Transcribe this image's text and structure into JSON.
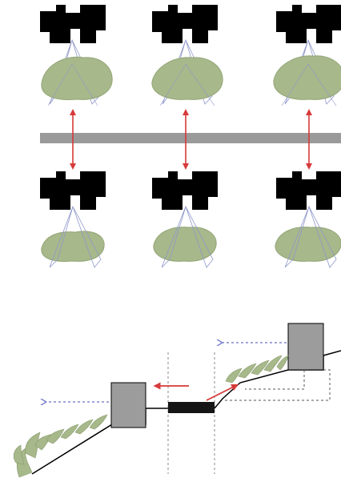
{
  "figure": {
    "rows": [
      "upper",
      "lower"
    ],
    "columns": 3,
    "colors": {
      "device": "#000000",
      "blob": "#a7b88b",
      "blob_stroke": "#93a677",
      "cone": "#8e97c9",
      "separator_bar": "#9a9a9a",
      "arrow": "#d73a3a",
      "dashed_arrow": "#6b72c8",
      "box_fill": "#9c9c9c",
      "bar_fill": "#151515",
      "line": "#000000",
      "guide": "#888888",
      "vegetation": "#a7b88b"
    }
  }
}
